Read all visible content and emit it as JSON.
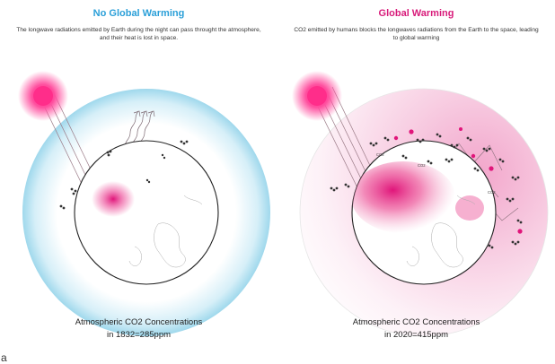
{
  "figure_letter": "a",
  "panels": [
    {
      "title": "No Global Warming",
      "description": "The longwave radiations emitted by Earth during the night can pass throught the atmosphere, and their heat is lost in space.",
      "caption_line1": "Atmospheric CO2 Concentrations",
      "caption_line2": "in 1832=285ppm"
    },
    {
      "title": "Global Warming",
      "description": "CO2 emitted by humans blocks the longwaves radiations from the Earth to the space, leading to global warming",
      "caption_line1": "Atmospheric CO2 Concentrations",
      "caption_line2": "in 2020=415ppm",
      "molecule_labels": [
        "CO2",
        "CO2",
        "CO2"
      ]
    }
  ],
  "colors": {
    "left_title": "#2a9fd8",
    "right_title": "#d81b7a",
    "atmosphere_clear": "#9fd8ec",
    "atmosphere_warm": "#f2b8d6",
    "sun": "#ff2d8a",
    "heat": "#e0157a"
  }
}
